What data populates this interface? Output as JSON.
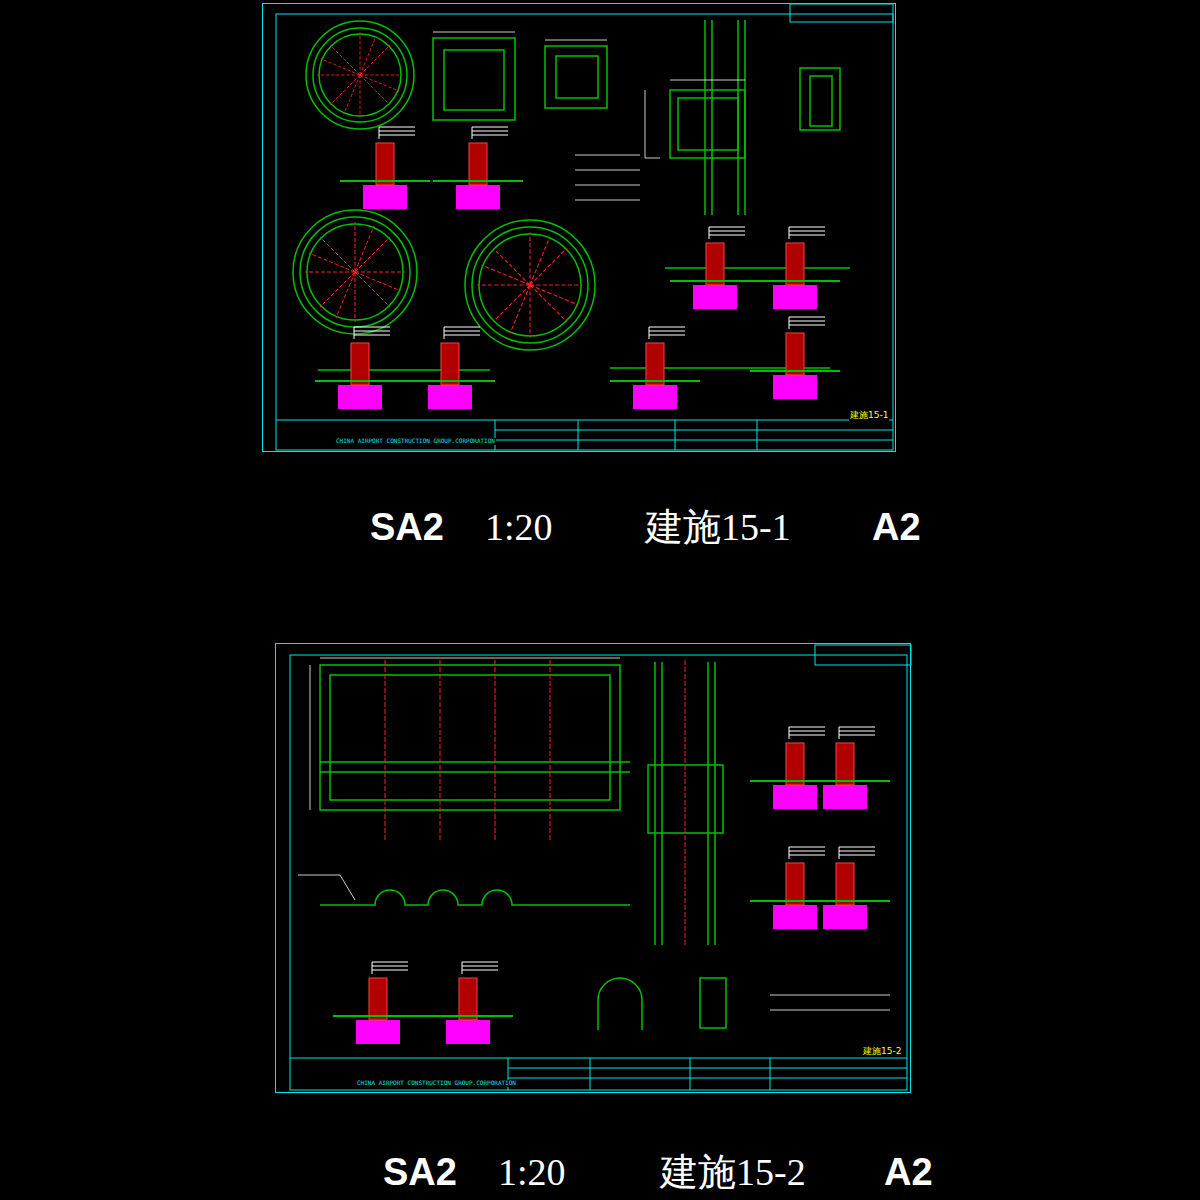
{
  "diagram": {
    "nodes": [
      {
        "text": [
          "建施15-1",
          "CHINA AIRPORT CONSTRUCTION GROUP.CORPORATION"
        ]
      },
      {
        "text": [
          "建施15-2",
          "CHINA AIRPORT CONSTRUCTION GROUP.CORPORATION"
        ]
      }
    ],
    "labels": [
      "SA2",
      "1:20",
      "建施15-1",
      "A2",
      "SA2",
      "1:20",
      "建施15-2",
      "A2"
    ]
  }
}
